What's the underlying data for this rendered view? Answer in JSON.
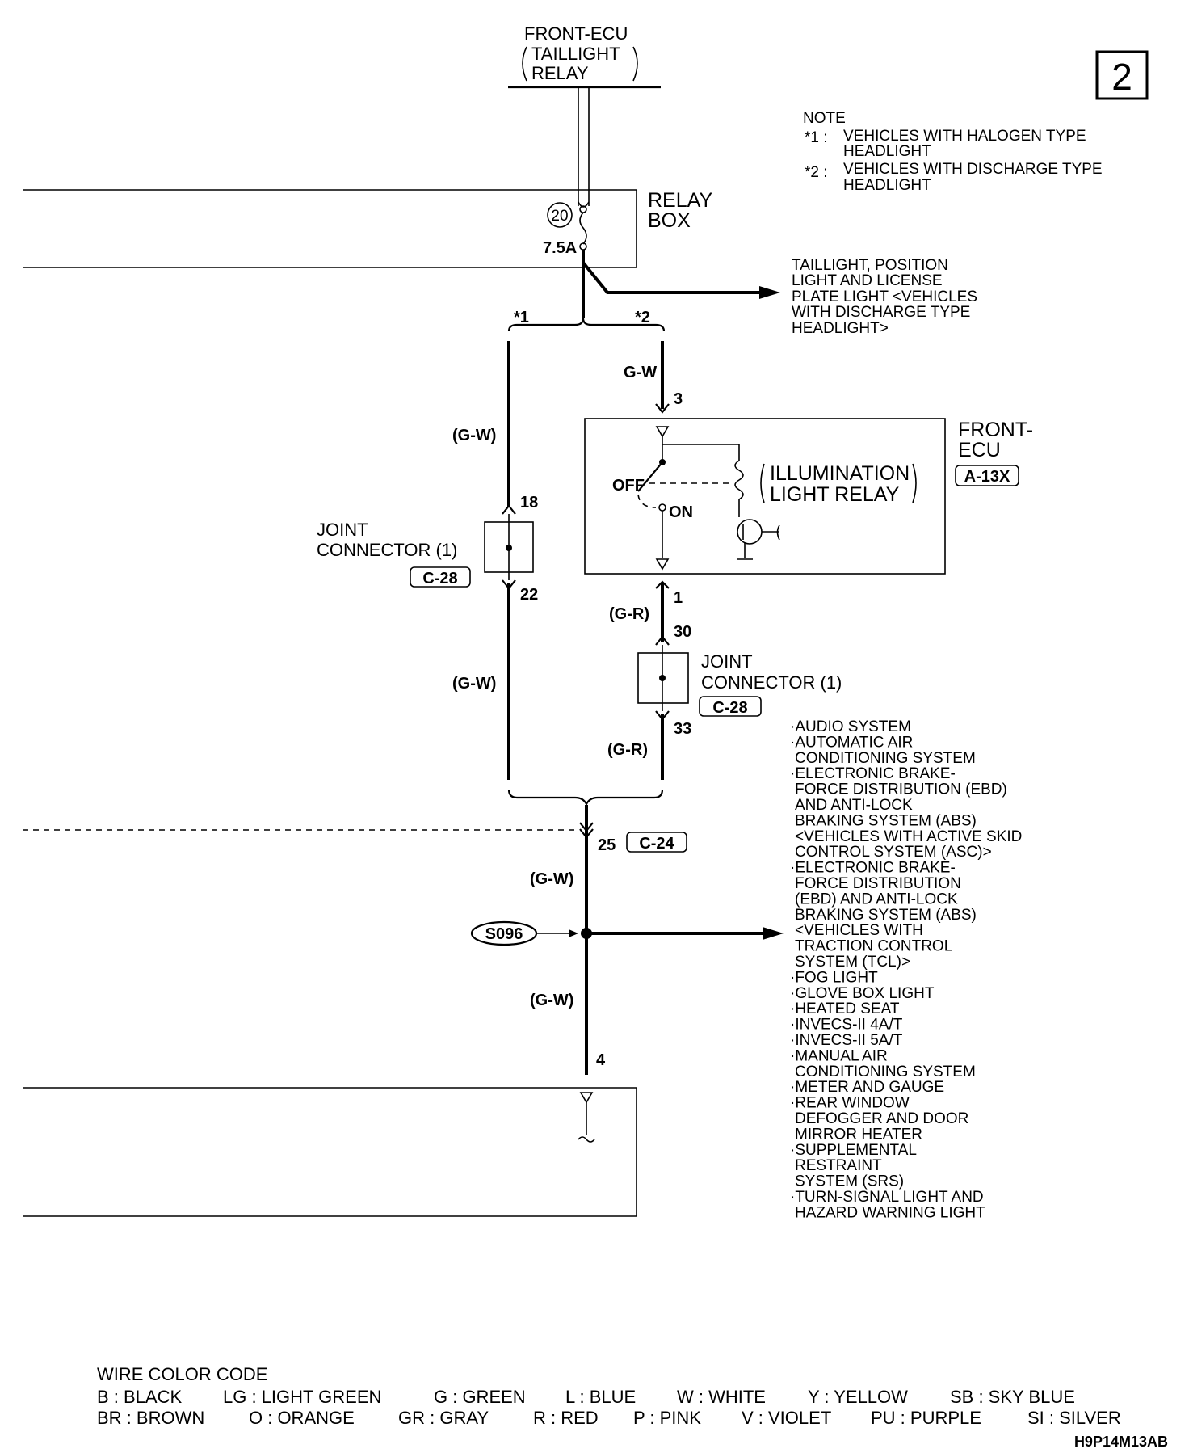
{
  "page_badge": "2",
  "note": {
    "heading": "NOTE",
    "items": [
      {
        "mark": "*1 :",
        "line1": "VEHICLES WITH HALOGEN TYPE",
        "line2": "HEADLIGHT"
      },
      {
        "mark": "*2 :",
        "line1": "VEHICLES WITH DISCHARGE TYPE",
        "line2": "HEADLIGHT"
      }
    ]
  },
  "top_source": {
    "line1": "FRONT-ECU",
    "line2": "TAILLIGHT",
    "line3": "RELAY"
  },
  "relay_box": {
    "line1": "RELAY",
    "line2": "BOX",
    "fuse_no": "20",
    "fuse_rating": "7.5A"
  },
  "taillight_branch": [
    "TAILLIGHT, POSITION",
    "LIGHT AND LICENSE",
    "PLATE LIGHT <VEHICLES",
    "WITH DISCHARGE TYPE",
    "HEADLIGHT>"
  ],
  "branch_marks": {
    "left": "*1",
    "right": "*2"
  },
  "wire_labels": {
    "left_upper": "(G-W)",
    "left_lower": "(G-W)",
    "right_top": "G-W",
    "right_mid": "(G-R)",
    "right_lower": "(G-R)",
    "main_upper": "(G-W)",
    "main_lower": "(G-W)"
  },
  "pins": {
    "p3": "3",
    "p18": "18",
    "p22": "22",
    "p1": "1",
    "p30": "30",
    "p33": "33",
    "p25": "25",
    "p4": "4"
  },
  "front_ecu": {
    "line1": "FRONT-",
    "line2": "ECU",
    "connector": "A-13X",
    "relay_line1": "ILLUMINATION",
    "relay_line2": "LIGHT RELAY",
    "off": "OFF",
    "on": "ON"
  },
  "joint_left": {
    "line1": "JOINT",
    "line2": "CONNECTOR (1)",
    "connector": "C-28"
  },
  "joint_right": {
    "line1": "JOINT",
    "line2": "CONNECTOR (1)",
    "connector": "C-28"
  },
  "connector_c24": "C-24",
  "splice": "S096",
  "systems_list": [
    "·AUDIO SYSTEM",
    "·AUTOMATIC AIR",
    "CONDITIONING SYSTEM",
    "·ELECTRONIC BRAKE-",
    "FORCE DISTRIBUTION (EBD)",
    "AND ANTI-LOCK",
    "BRAKING SYSTEM (ABS)",
    "<VEHICLES WITH ACTIVE SKID",
    "CONTROL SYSTEM (ASC)>",
    "·ELECTRONIC BRAKE-",
    "FORCE DISTRIBUTION",
    "(EBD) AND ANTI-LOCK",
    "BRAKING SYSTEM (ABS)",
    "<VEHICLES WITH",
    "TRACTION CONTROL",
    "SYSTEM (TCL)>",
    "·FOG LIGHT",
    "·GLOVE BOX LIGHT",
    "·HEATED SEAT",
    "·INVECS-II 4A/T",
    "·INVECS-II 5A/T",
    "·MANUAL AIR",
    "CONDITIONING SYSTEM",
    "·METER AND GAUGE",
    "·REAR WINDOW",
    "DEFOGGER AND DOOR",
    "MIRROR HEATER",
    "·SUPPLEMENTAL",
    "RESTRAINT",
    "SYSTEM (SRS)",
    "·TURN-SIGNAL LIGHT AND",
    "HAZARD WARNING LIGHT"
  ],
  "color_code": {
    "title": "WIRE COLOR CODE",
    "row1": [
      "B : BLACK",
      "LG : LIGHT GREEN",
      "G : GREEN",
      "L : BLUE",
      "W : WHITE",
      "Y : YELLOW",
      "SB : SKY BLUE"
    ],
    "row2": [
      "BR : BROWN",
      "O : ORANGE",
      "GR : GRAY",
      "R : RED",
      "P : PINK",
      "V : VIOLET",
      "PU : PURPLE",
      "SI : SILVER"
    ]
  },
  "figure_code": "H9P14M13AB"
}
